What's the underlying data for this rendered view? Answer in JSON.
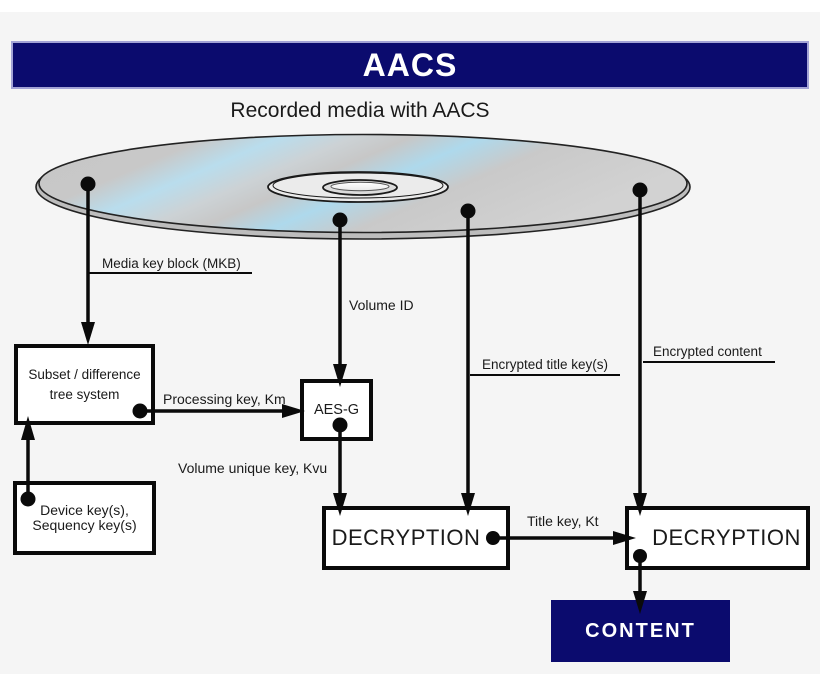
{
  "banner": {
    "title": "AACS"
  },
  "subtitle": "Recorded media with AACS",
  "labels": {
    "mkb": "Media key block (MKB)",
    "volume_id": "Volume ID",
    "processing_key": "Processing key, Km",
    "volume_unique_key": "Volume unique key, Kvu",
    "encrypted_title_key": "Encrypted title key(s)",
    "encrypted_content": "Encrypted content",
    "title_key": "Title key, Kt"
  },
  "boxes": {
    "subset_tree": {
      "line1": "Subset / difference",
      "line2": "tree system"
    },
    "device_keys": {
      "line1": "Device key(s),",
      "line2": "Sequency key(s)"
    },
    "aes_g": "AES-G",
    "decryption1": "DECRYPTION",
    "decryption2": "DECRYPTION",
    "content": "CONTENT"
  },
  "colors": {
    "navy": "#0b0b6e",
    "banner_border": "#a3a3d6",
    "background": "#f5f5f5",
    "line_black": "#0a0a0a",
    "disc_gray": "#c9c9c9",
    "disc_sheen": "#b4dcee"
  }
}
